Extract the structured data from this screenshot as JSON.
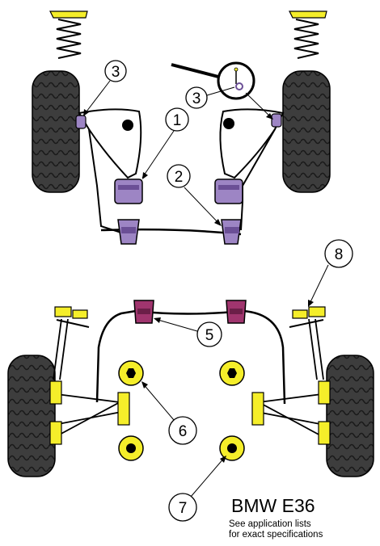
{
  "title": "BMW E36",
  "note_lines": [
    "See application lists",
    "for exact specifications"
  ],
  "callouts": [
    "1",
    "2",
    "3",
    "3",
    "5",
    "6",
    "7",
    "8"
  ],
  "colors": {
    "purple_bush": "#9d85c4",
    "purple_dark": "#6b4f96",
    "magenta_bush": "#a0356e",
    "yellow_bush": "#f5ee2a",
    "tyre": "#3b3b3b",
    "outline": "#000000"
  }
}
